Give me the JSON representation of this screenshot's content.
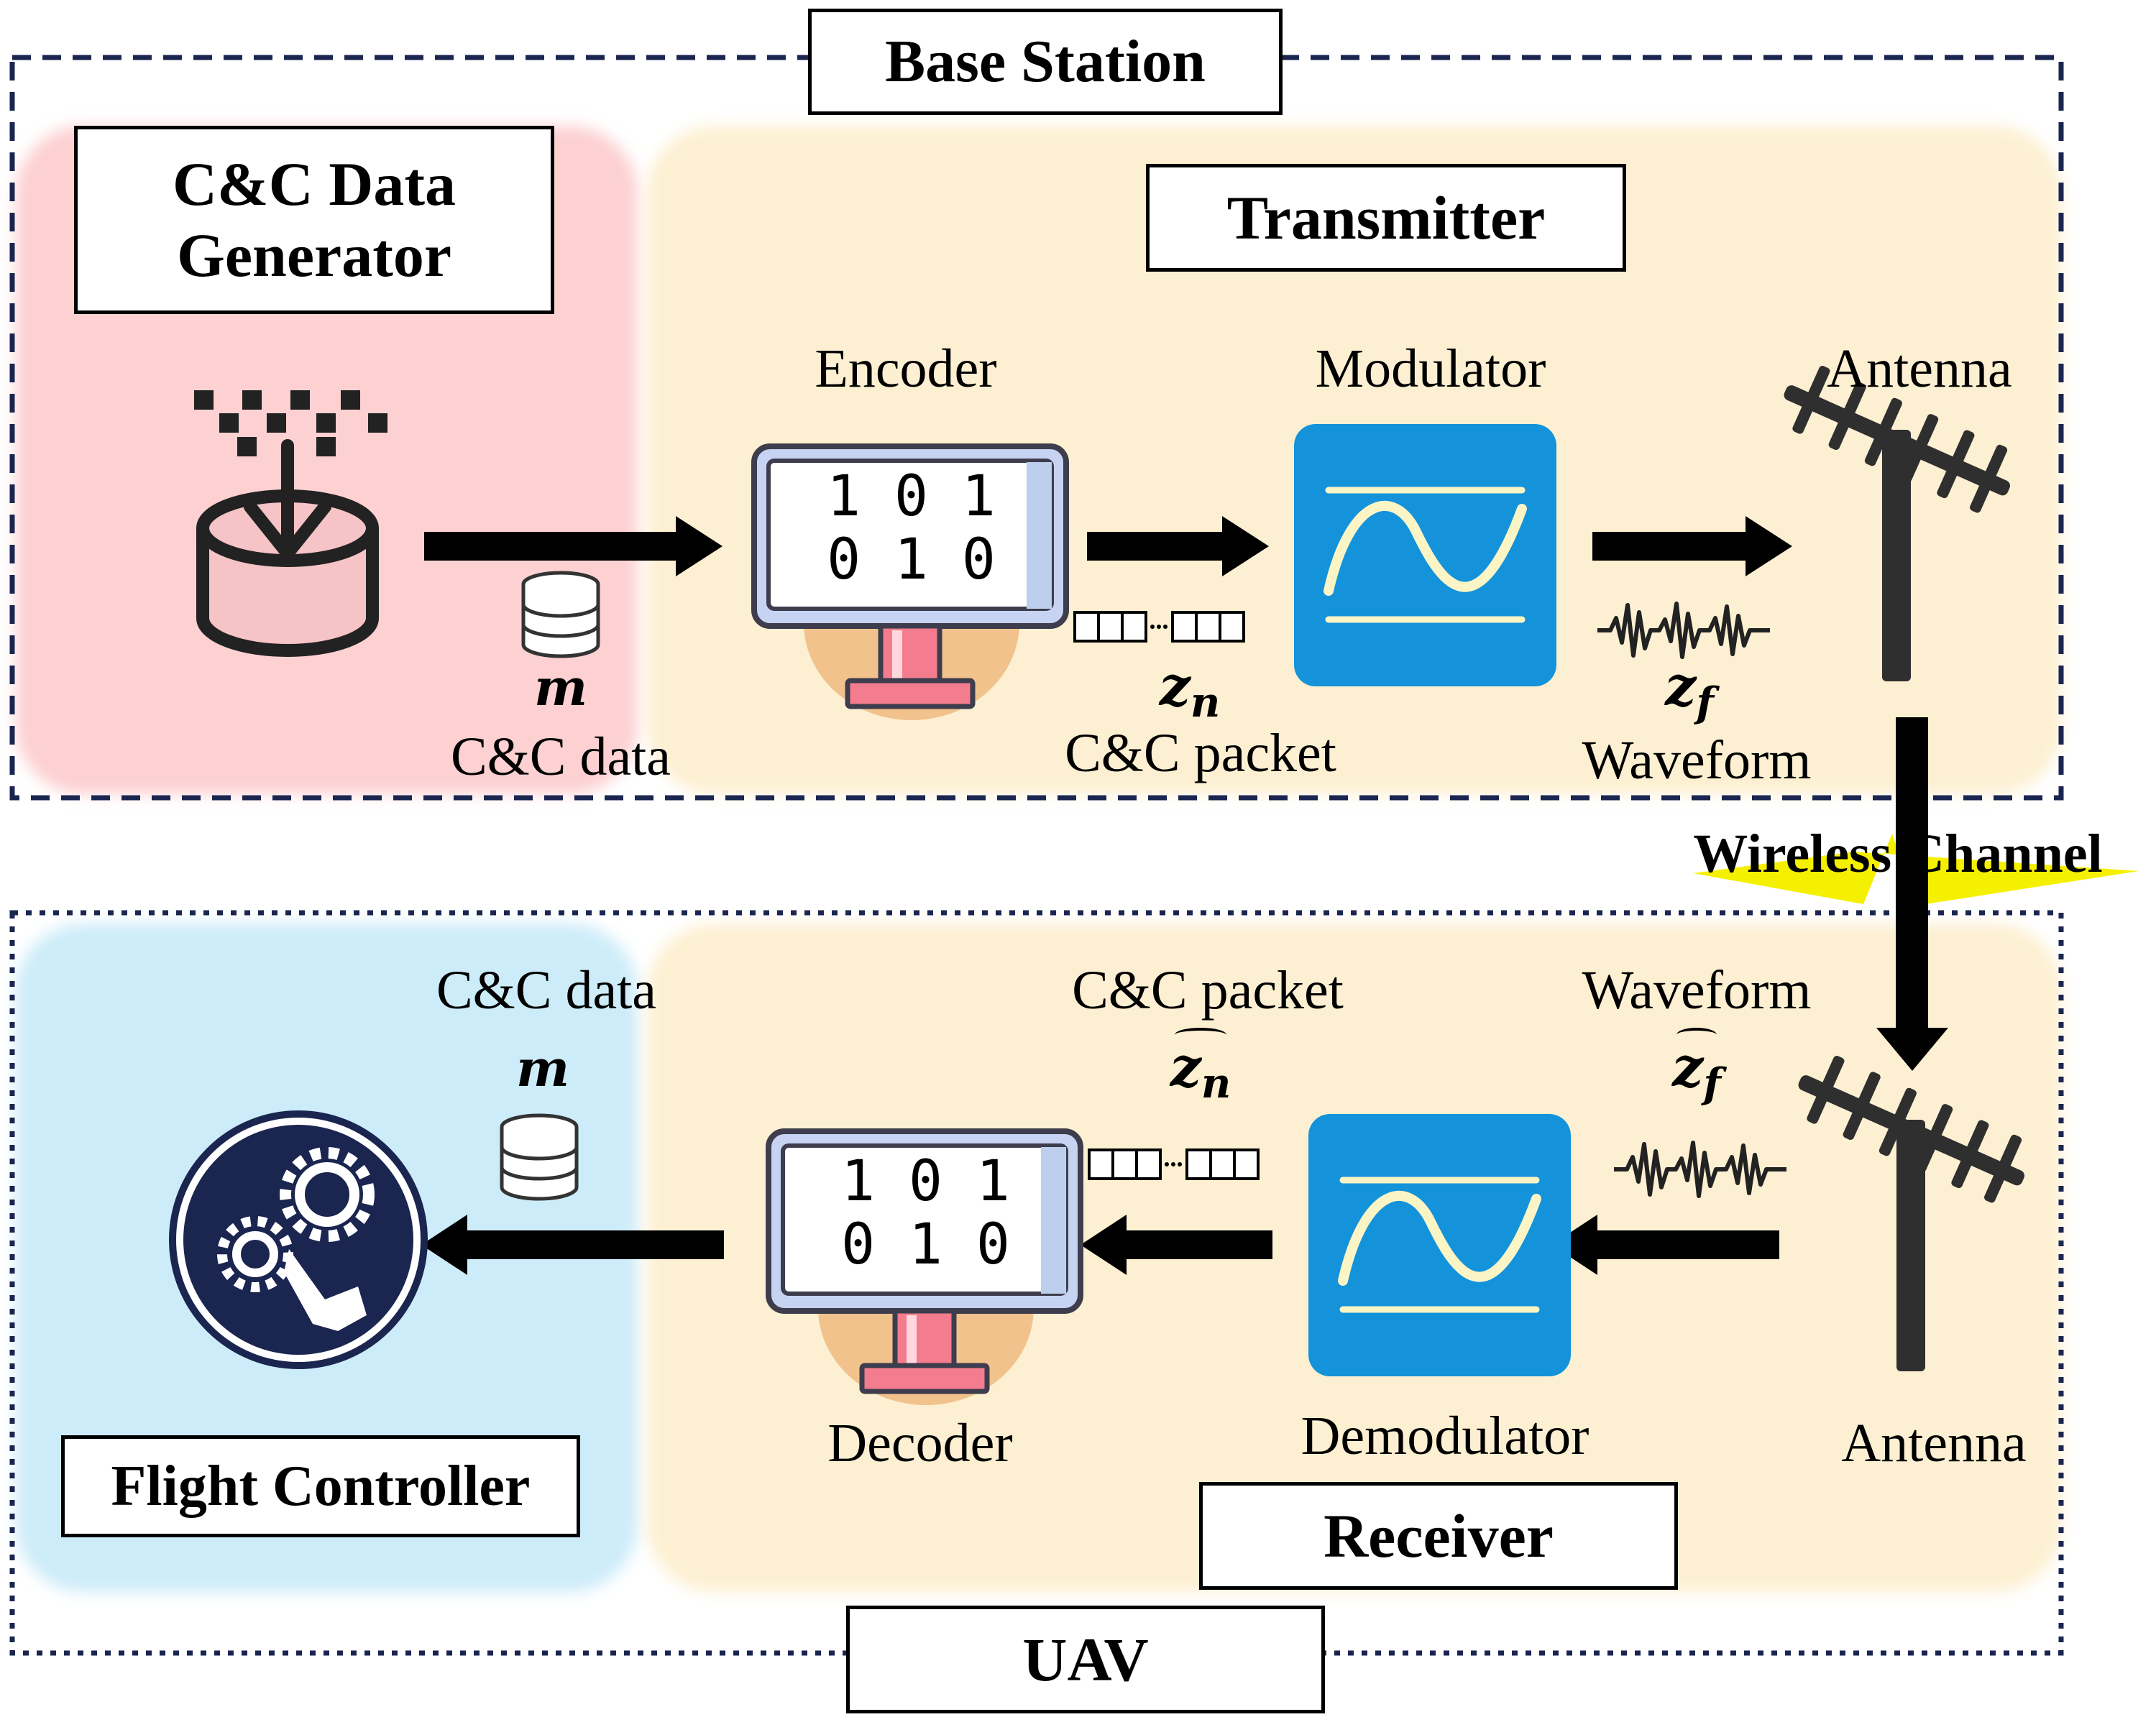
{
  "base_station": {
    "title": "Base Station",
    "generator_title": "C&C Data Generator",
    "transmitter_title": "Transmitter",
    "encoder_label": "Encoder",
    "modulator_label": "Modulator",
    "antenna_label": "Antenna",
    "data_symbol": "m",
    "data_label": "C&C data",
    "packet_symbol": "z",
    "packet_subscript": "n",
    "packet_label": "C&C packet",
    "waveform_symbol": "z",
    "waveform_subscript": "f",
    "waveform_label": "Waveform",
    "binary_top": "1 0 1",
    "binary_bottom": "0 1 0"
  },
  "channel": {
    "label": "Wireless Channel"
  },
  "uav": {
    "title": "UAV",
    "controller_title": "Flight Controller",
    "receiver_title": "Receiver",
    "decoder_label": "Decoder",
    "demodulator_label": "Demodulator",
    "antenna_label": "Antenna",
    "data_label": "C&C data",
    "data_symbol": "m",
    "packet_label": "C&C packet",
    "packet_symbol": "z",
    "packet_subscript": "n",
    "waveform_label": "Waveform",
    "waveform_symbol": "z",
    "waveform_subscript": "f",
    "binary_top": "1 0 1",
    "binary_bottom": "0 1 0"
  },
  "colors": {
    "generator_bg": "#fdd0d2",
    "transceiver_bg": "#fdf0d2",
    "controller_bg": "#cdecf9",
    "modulator_blue": "#1493db",
    "navy": "#1a2550",
    "channel_yellow": "#f5f000",
    "monitor_frame": "#c7d3f2",
    "monitor_stand": "#f37c8e",
    "monitor_glow": "#f2c28c"
  },
  "icons": {
    "generator": "database-download-icon",
    "encoder": "binary-monitor-icon",
    "modulator": "sine-wave-icon",
    "antenna": "antenna-icon",
    "data": "database-icon",
    "packet": "packet-blocks-icon",
    "waveform": "waveform-icon",
    "controller": "gear-hand-icon",
    "arrow": "arrow-icon"
  }
}
